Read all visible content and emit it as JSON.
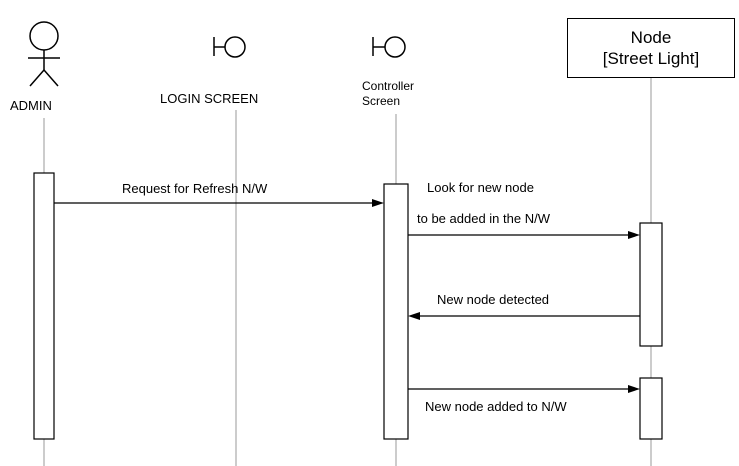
{
  "participants": {
    "admin": "ADMIN",
    "login": "LOGIN SCREEN",
    "controller_line1": "Controller",
    "controller_line2": "Screen",
    "node_line1": "Node",
    "node_line2": "[Street Light]"
  },
  "messages": {
    "m1": "Request for Refresh N/W",
    "m2_line1": "Look for new node",
    "m2_line2": "to be added in the N/W",
    "m3": "New node detected",
    "m4": "New node added to N/W"
  }
}
